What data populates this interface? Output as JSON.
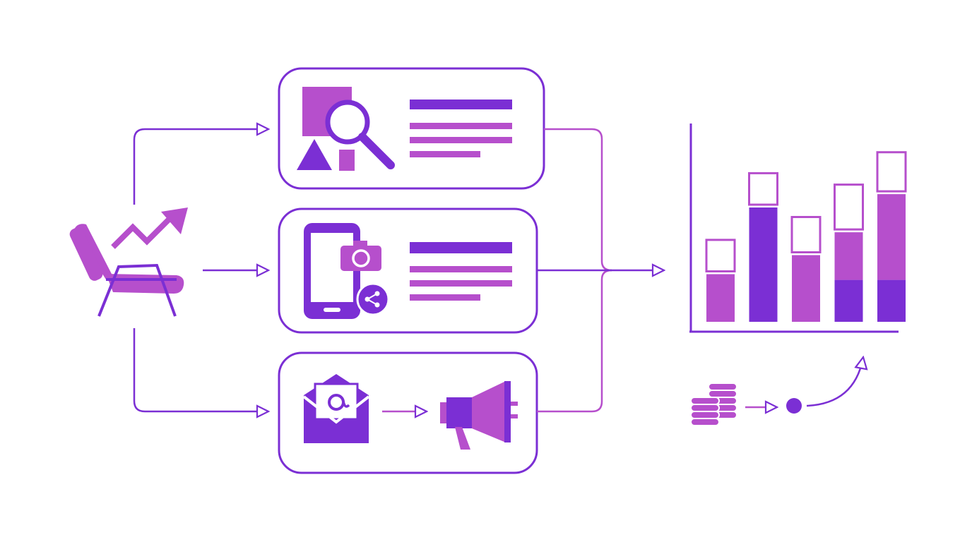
{
  "colors": {
    "primary": "#7b2fd4",
    "accent": "#b64fcc",
    "background": "#ffffff"
  },
  "icons": {
    "source": "chair-with-trend-arrow-icon",
    "seo": "search-magnifier-shapes-icon",
    "social": "smartphone-camera-share-icon",
    "email": "envelope-at-icon",
    "promo": "megaphone-icon",
    "budget": "coin-stacks-icon"
  },
  "chart_data": {
    "type": "bar",
    "stacked": true,
    "title": "",
    "xlabel": "",
    "ylabel": "",
    "ylim": [
      0,
      10
    ],
    "grid": false,
    "legend": "none",
    "categories": [
      "",
      "",
      "",
      "",
      ""
    ],
    "series": [
      {
        "values": [
          2.5,
          6.0,
          3.5,
          2.2,
          2.2
        ],
        "color": "#b64fcc"
      },
      {
        "values": [
          0,
          0,
          0,
          2.5,
          4.5
        ],
        "color": "#b64fcc"
      },
      {
        "values": [
          1.8,
          1.8,
          2.0,
          2.5,
          2.2
        ],
        "color": "outline"
      }
    ],
    "dark_bars": [
      1
    ],
    "dark_base_segments": [
      3,
      4
    ]
  }
}
